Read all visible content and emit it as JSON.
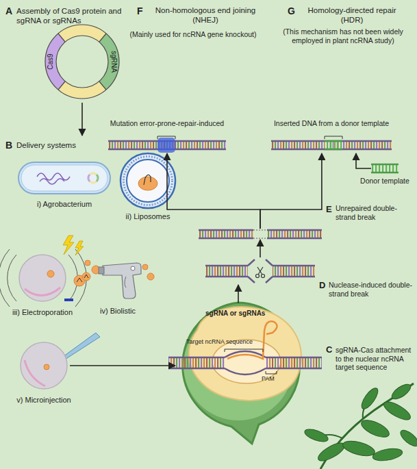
{
  "diagram": {
    "nodes": [
      {
        "text": [
          "Cas9",
          "sgRNA"
        ]
      },
      {
        "text": [
          "i) Agrobacterium"
        ]
      },
      {
        "text": [
          "ii) Liposomes"
        ]
      },
      {
        "text": [
          "iii) Electroporation"
        ]
      },
      {
        "text": [
          "v) Microinjection"
        ]
      },
      {
        "text": [
          "sgRNA-Cas attachment to the nuclear ncRNA target sequence"
        ]
      },
      {
        "text": [
          "sgRNA or sgRNAs",
          "Target ncRNA sequence",
          "PAM"
        ],
        "in": 5
      },
      {
        "text": [
          "Nuclease-induced double-strand break"
        ]
      },
      {
        "text": [
          "Unrepaired double-strand break"
        ]
      },
      {
        "text": [
          "Mutation error-prone-repair-induced"
        ]
      },
      {
        "text": [
          "Inserted DNA from a donor template"
        ]
      },
      {
        "text": [
          "Donor template"
        ]
      }
    ],
    "edges": [
      {
        "from": 4,
        "to": 5,
        "arrow": "to"
      },
      {
        "from": 5,
        "to": 7,
        "arrow": "to"
      },
      {
        "from": 7,
        "to": 8,
        "arrow": "to"
      },
      {
        "from": 8,
        "to": 9,
        "arrow": "to"
      },
      {
        "from": 8,
        "to": 10,
        "arrow": "to"
      },
      {
        "from": 11,
        "to": 10,
        "arrow": "to"
      }
    ],
    "labels": [
      "A",
      "Assembly of Cas9 protein and sgRNA or sgRNAs",
      "B",
      "Delivery systems",
      "iv) Biolistic",
      "F",
      "Non-homologous end joining (NHEJ)",
      "(Mainly used for ncRNA gene knockout)",
      "G",
      "Homology-directed repair (HDR)",
      "(This mechanism has not been widely employed in plant ncRNA study)",
      "E",
      "D",
      "C"
    ]
  }
}
